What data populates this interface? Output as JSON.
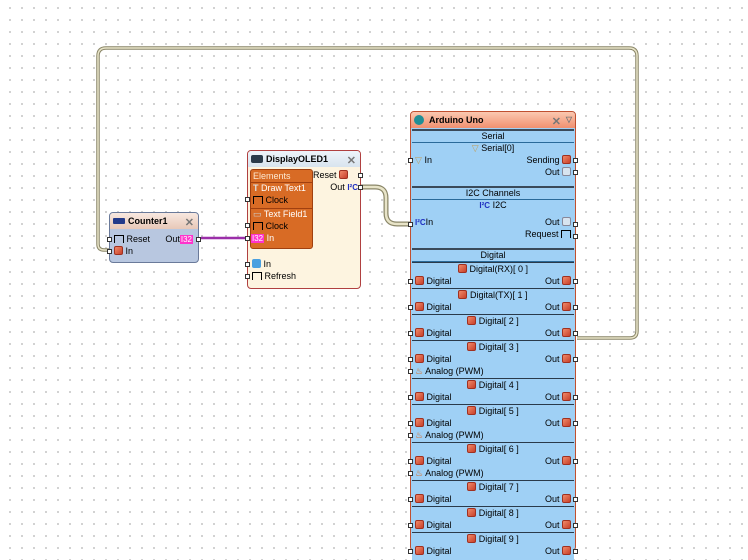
{
  "colors": {
    "wire_bus": "#a39f7a",
    "wire_int": "#9b2fa9",
    "arduino_body": "#9fd0f5",
    "arduino_title": "#f5a488",
    "counter_body": "#b8c7e0",
    "oled_body": "#fdf4e0",
    "oled_elements": "#d86b25",
    "int_badge": "#ff33cc"
  },
  "counter": {
    "title": "Counter1",
    "title_icon": "counter-icon",
    "tool_icon": "wrench-icon",
    "pins": {
      "reset": "Reset",
      "in": "In",
      "out": "Out"
    },
    "out_badge": "I32"
  },
  "oled": {
    "title": "DisplayOLED1",
    "title_icon": "display-icon",
    "tool_icon": "wrench-icon",
    "elements_label": "Elements",
    "draw_text": {
      "label": "Draw Text1",
      "clock": "Clock"
    },
    "text_field": {
      "label": "Text Field1",
      "clock": "Clock",
      "in": "In",
      "in_badge": "I32"
    },
    "pins": {
      "reset": "Reset",
      "out": "Out",
      "in": "In",
      "refresh": "Refresh"
    }
  },
  "arduino": {
    "title": "Arduino Uno",
    "title_icon": "arduino-logo-icon",
    "tool_icon": "wrench-icon",
    "menu_icon": "chevron-down-icon",
    "serial": {
      "header": "Serial",
      "channel": "Serial[0]",
      "in": "In",
      "sending": "Sending",
      "out": "Out"
    },
    "i2c": {
      "header": "I2C Channels",
      "channel": "I2C",
      "in": "In",
      "out": "Out",
      "request": "Request"
    },
    "digital": {
      "header": "Digital",
      "channels": [
        {
          "name": "Digital(RX)[ 0 ]",
          "in": "Digital",
          "out": "Out",
          "analog": null
        },
        {
          "name": "Digital(TX)[ 1 ]",
          "in": "Digital",
          "out": "Out",
          "analog": null
        },
        {
          "name": "Digital[ 2 ]",
          "in": "Digital",
          "out": "Out",
          "analog": null
        },
        {
          "name": "Digital[ 3 ]",
          "in": "Digital",
          "out": "Out",
          "analog": "Analog (PWM)"
        },
        {
          "name": "Digital[ 4 ]",
          "in": "Digital",
          "out": "Out",
          "analog": null
        },
        {
          "name": "Digital[ 5 ]",
          "in": "Digital",
          "out": "Out",
          "analog": "Analog (PWM)"
        },
        {
          "name": "Digital[ 6 ]",
          "in": "Digital",
          "out": "Out",
          "analog": "Analog (PWM)"
        },
        {
          "name": "Digital[ 7 ]",
          "in": "Digital",
          "out": "Out",
          "analog": null
        },
        {
          "name": "Digital[ 8 ]",
          "in": "Digital",
          "out": "Out",
          "analog": null
        },
        {
          "name": "Digital[ 9 ]",
          "in": "Digital",
          "out": "Out",
          "analog": null
        }
      ]
    }
  }
}
